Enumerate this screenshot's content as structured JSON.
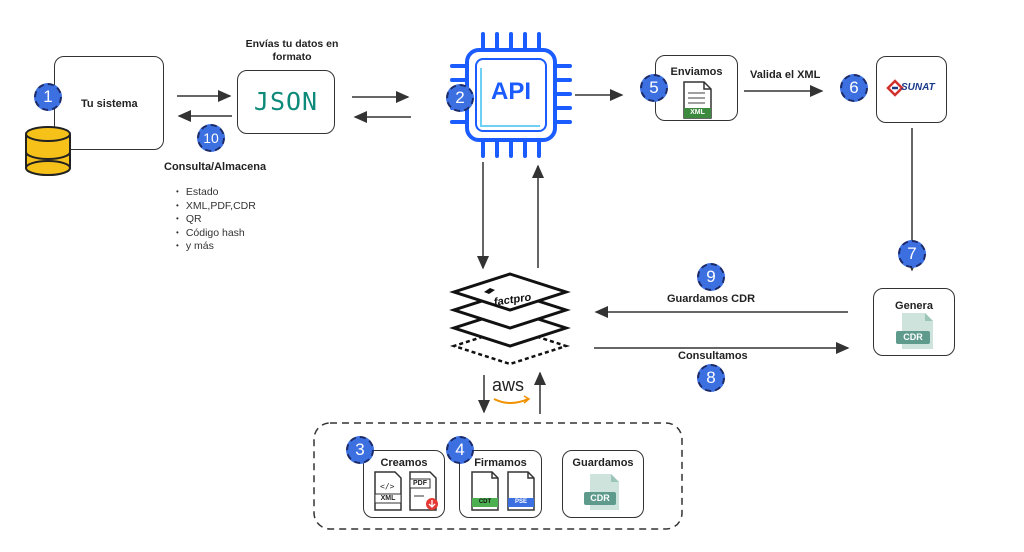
{
  "colors": {
    "badge": "#3c6fe0",
    "api": "#1a5cff",
    "xml_green": "#3b8a3e",
    "cdr_teal": "#5e9b8c",
    "sunat_red": "#d0312d"
  },
  "system": {
    "label": "Tu sistema",
    "badge": "1"
  },
  "json": {
    "caption": "Envías tu datos en formato",
    "label": "JSON"
  },
  "consulta": {
    "badge": "10",
    "title": "Consulta/Almacena",
    "items": [
      "Estado",
      "XML,PDF,CDR",
      "QR",
      "Código hash",
      "y más"
    ]
  },
  "api": {
    "label": "API",
    "badge": "2"
  },
  "enviamos": {
    "label": "Enviamos",
    "badge": "5",
    "icon": "XML"
  },
  "valida": {
    "label": "Valida el XML"
  },
  "sunat": {
    "label": "SUNAT",
    "badge": "6"
  },
  "genera": {
    "label": "Genera",
    "badge": "7",
    "icon": "CDR"
  },
  "guardamos_cdr": {
    "label": "Guardamos CDR",
    "badge": "9"
  },
  "consultamos": {
    "label": "Consultamos",
    "badge": "8"
  },
  "factpro": {
    "label": "factpro"
  },
  "aws": {
    "label": "aws"
  },
  "creamos": {
    "label": "Creamos",
    "badge": "3",
    "icon1": "XML",
    "icon2": "PDF"
  },
  "firmamos": {
    "label": "Firmamos",
    "badge": "4",
    "icon1": "CDT",
    "icon2": "PSE"
  },
  "guardamos": {
    "label": "Guardamos",
    "icon": "CDR"
  }
}
